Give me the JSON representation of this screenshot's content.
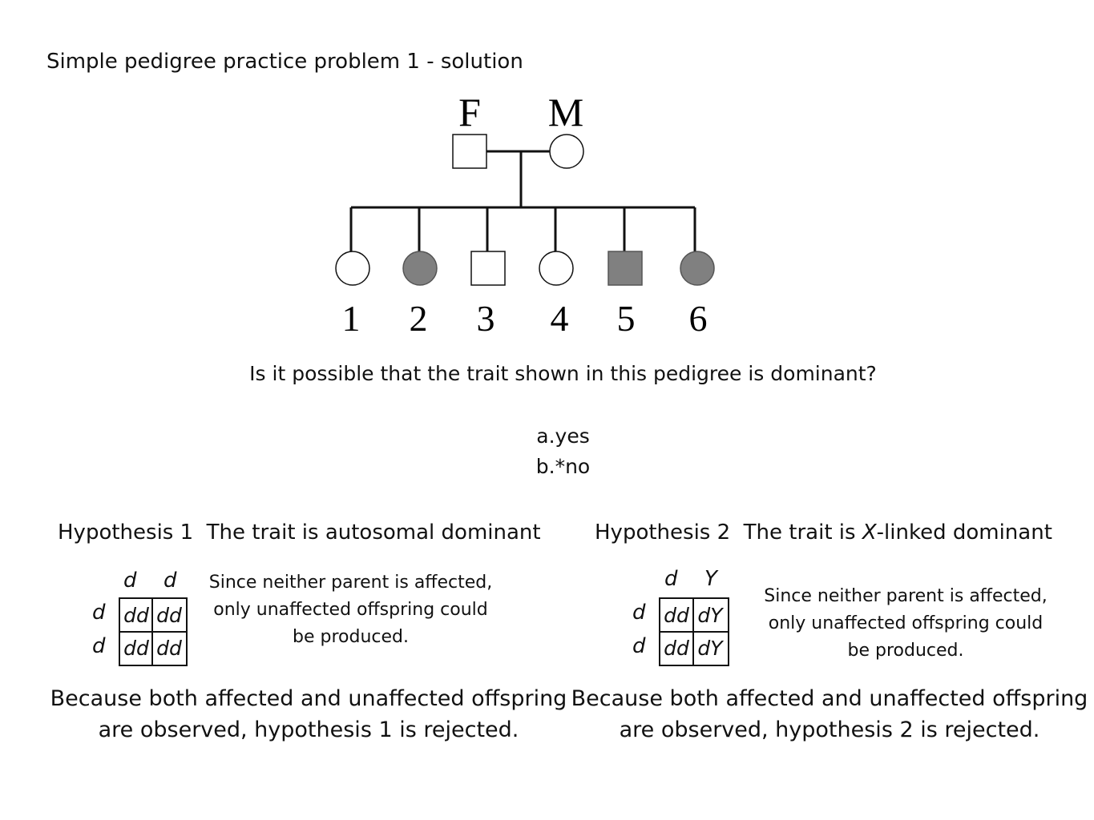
{
  "title": "Simple pedigree practice problem 1 - solution",
  "pedigree": {
    "father_label": "F",
    "mother_label": "M",
    "children": [
      {
        "number": "1",
        "sex": "female",
        "affected": false
      },
      {
        "number": "2",
        "sex": "female",
        "affected": true
      },
      {
        "number": "3",
        "sex": "male",
        "affected": false
      },
      {
        "number": "4",
        "sex": "female",
        "affected": false
      },
      {
        "number": "5",
        "sex": "male",
        "affected": true
      },
      {
        "number": "6",
        "sex": "female",
        "affected": true
      }
    ],
    "affected_color": "#808080"
  },
  "question": "Is it possible that the trait shown in this pedigree is dominant?",
  "options": [
    "a.yes",
    "b.*no"
  ],
  "hypothesis1": {
    "label": "Hypothesis 1",
    "text": "The trait is autosomal dominant",
    "punnett": {
      "top": [
        "d",
        "d"
      ],
      "side": [
        "d",
        "d"
      ],
      "cells": [
        [
          "dd",
          "dd"
        ],
        [
          "dd",
          "dd"
        ]
      ]
    },
    "note_lines": [
      "Since neither parent is affected,",
      "only unaffected offspring could",
      "be produced."
    ],
    "conclusion_lines": [
      "Because both affected and unaffected offspring",
      "are observed, hypothesis 1 is rejected."
    ]
  },
  "hypothesis2": {
    "label": "Hypothesis 2",
    "text_before": "The trait is ",
    "text_italic": "X",
    "text_after": "-linked dominant",
    "punnett": {
      "top": [
        "d",
        "Y"
      ],
      "side": [
        "d",
        "d"
      ],
      "cells": [
        [
          "dd",
          "dY"
        ],
        [
          "dd",
          "dY"
        ]
      ]
    },
    "note_lines": [
      "Since neither parent is affected,",
      "only unaffected offspring could",
      "be produced."
    ],
    "conclusion_lines": [
      "Because both affected and unaffected offspring",
      "are observed, hypothesis 2 is rejected."
    ]
  }
}
